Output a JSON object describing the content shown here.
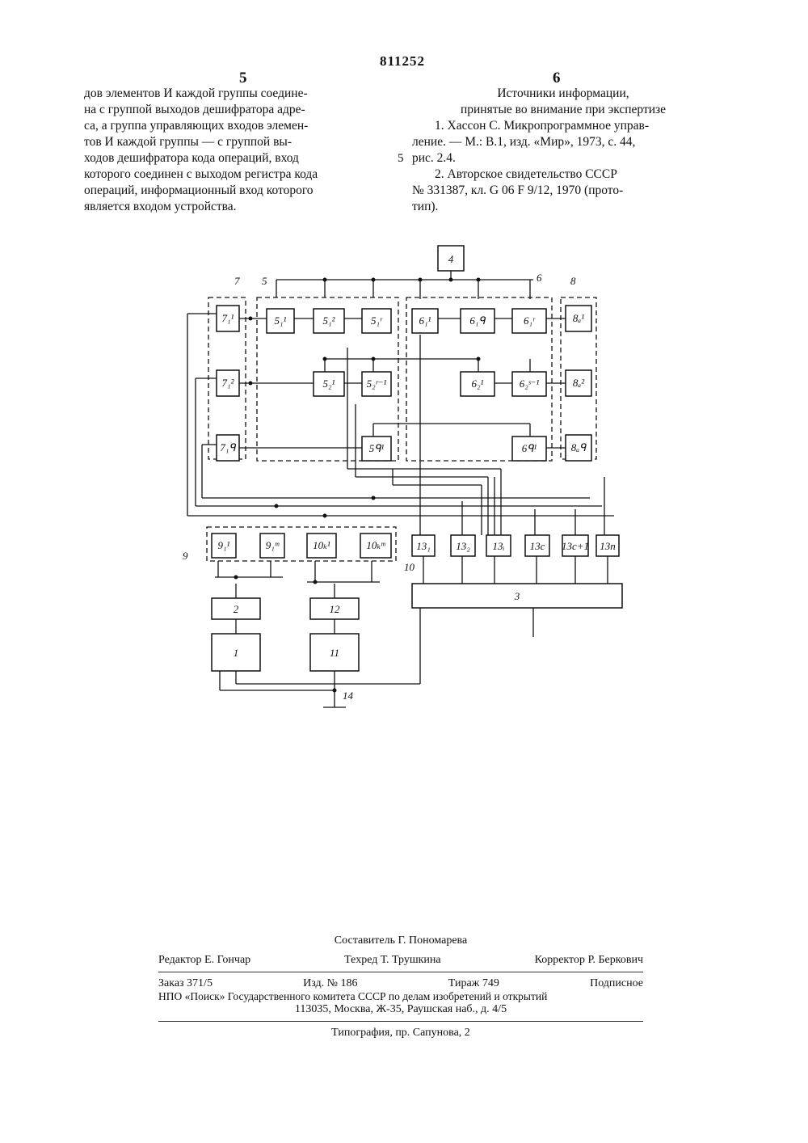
{
  "header": {
    "patent_number": "811252",
    "left_page": "5",
    "right_page": "6"
  },
  "left_column": {
    "lines": [
      "дов элементов И каждой группы соедине-",
      "на с группой выходов дешифратора адре-",
      "са, а группа управляющих входов элемен-",
      "тов И каждой группы — с группой вы-",
      "ходов дешифратора  кода операций, вход",
      "которого соединен с выходом регистра кода",
      "операций, информационный вход которого",
      "является входом устройства."
    ]
  },
  "right_column": {
    "heading1": "Источники информации,",
    "heading2": "принятые во внимание при экспертизе",
    "ref1": [
      "1. Хассон С. Микропрограммное управ-",
      "ление. — М.: В.1, изд. «Мир», 1973, с. 44,",
      "рис. 2.4."
    ],
    "ref2": [
      "2. Авторское свидетельство СССР",
      "№ 331387, кл. G 06 F 9/12, 1970 (прото-",
      "тип)."
    ],
    "line_marker": "5"
  },
  "diagram": {
    "block_labels": {
      "b4": "4",
      "b7_1": "7₁¹",
      "b7_2": "7₁²",
      "b7_q": "7₁ᑫ",
      "b5_11": "5₁¹",
      "b5_12": "5₁²",
      "b5_1r": "5₁ʳ",
      "b5_21": "5₂¹",
      "b5_2r": "5₂ʳ⁻¹",
      "b5_q": "5ᑫ¹",
      "b6_11": "6₁¹",
      "b6_12": "6₁ᑫ",
      "b6_1r": "6₁ʳ",
      "b6_21": "6₂¹",
      "b6_2r": "6₂ˢ⁻¹",
      "b6_q": "6ᑫ¹",
      "b8_1": "8ₐ¹",
      "b8_2": "8ₐ²",
      "b8_q": "8ₐᑫ",
      "b9_1": "9₁¹",
      "b9_m": "9₁ᵐ",
      "b10_k": "10ₖ¹",
      "b10_m": "10ₖᵐ",
      "b13_1": "13₁",
      "b13_2": "13₂",
      "b13_i": "13ᵢ",
      "b13_c": "13c",
      "b13_c1": "13c+1",
      "b13_n": "13n",
      "b3": "3",
      "b2": "2",
      "b12": "12",
      "b1": "1",
      "b11": "11"
    },
    "group_labels": {
      "g7": "7",
      "g5": "5",
      "g6": "6",
      "g8": "8",
      "g9": "9",
      "g10": "10",
      "input14": "14"
    }
  },
  "imprint": {
    "compiler": "Составитель Г. Пономарева",
    "editor": "Редактор Е. Гончар",
    "techred": "Техред Т. Трушкина",
    "corrector": "Корректор Р. Беркович",
    "order": "Заказ 371/5",
    "edition": "Изд. № 186",
    "print_run": "Тираж 749",
    "subscription": "Подписное",
    "org_line": "НПО «Поиск» Государственного комитета СССР по делам изобретений и открытий",
    "address": "113035, Москва, Ж-35, Раушская наб., д. 4/5",
    "printing": "Типография, пр. Сапунова, 2"
  }
}
